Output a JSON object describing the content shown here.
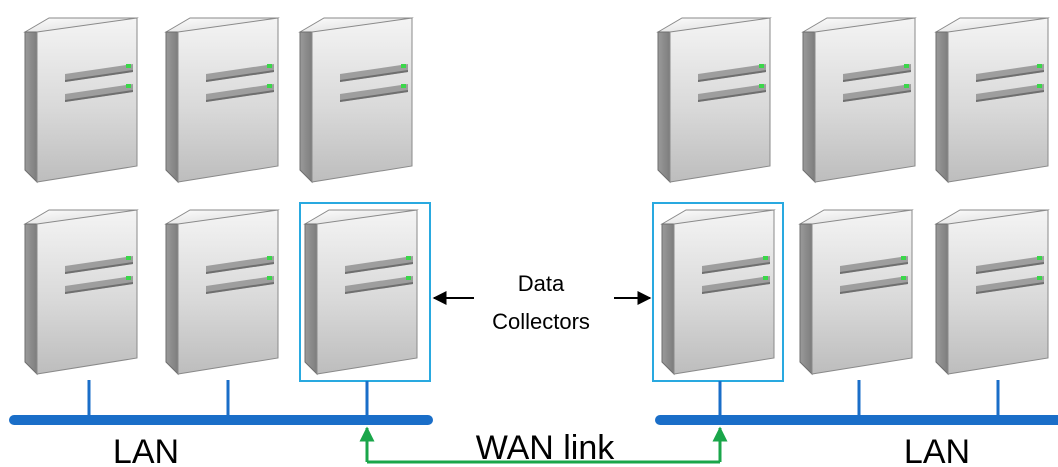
{
  "labels": {
    "data_collectors_line1": "Data",
    "data_collectors_line2": "Collectors",
    "wan_link": "WAN link",
    "lan_left": "LAN",
    "lan_right": "LAN"
  },
  "colors": {
    "lan_bus": "#1a6ec8",
    "wan_link": "#1aa64a",
    "collector_box": "#29a9e0",
    "arrow": "#000000"
  },
  "icons": {
    "server": "server-tower-icon"
  }
}
